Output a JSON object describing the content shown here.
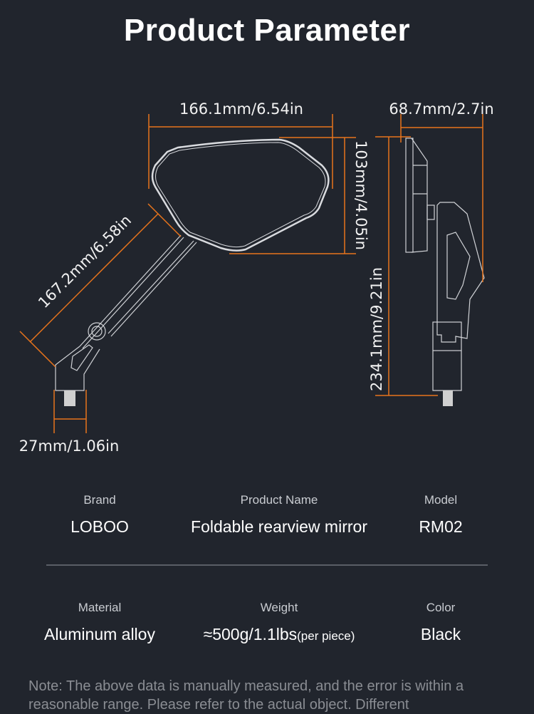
{
  "header": {
    "title": "Product Parameter"
  },
  "colors": {
    "background": "#21252d",
    "accent_dimension": "#e8741c",
    "text": "#ffffff",
    "label": "#c9ccd1",
    "note": "#8a8d93"
  },
  "dimensions": {
    "mirror_width": "166.1mm/6.54in",
    "mirror_height": "103mm/4.05in",
    "arm_length": "167.2mm/6.58in",
    "base_width": "27mm/1.06in",
    "side_depth": "68.7mm/2.7in",
    "total_height": "234.1mm/9.21in"
  },
  "specs": {
    "row1": [
      {
        "label": "Brand",
        "value": "LOBOO"
      },
      {
        "label": "Product Name",
        "value": "Foldable rearview mirror"
      },
      {
        "label": "Model",
        "value": "RM02"
      }
    ],
    "row2": [
      {
        "label": "Material",
        "value": "Aluminum alloy"
      },
      {
        "label": "Weight",
        "value": "≈500g/1.1lbs",
        "sub": "(per piece)"
      },
      {
        "label": "Color",
        "value": "Black"
      }
    ]
  },
  "note": "Note: The above data is manually measured, and the error is within a reasonable range. Please refer to the actual object. Different"
}
